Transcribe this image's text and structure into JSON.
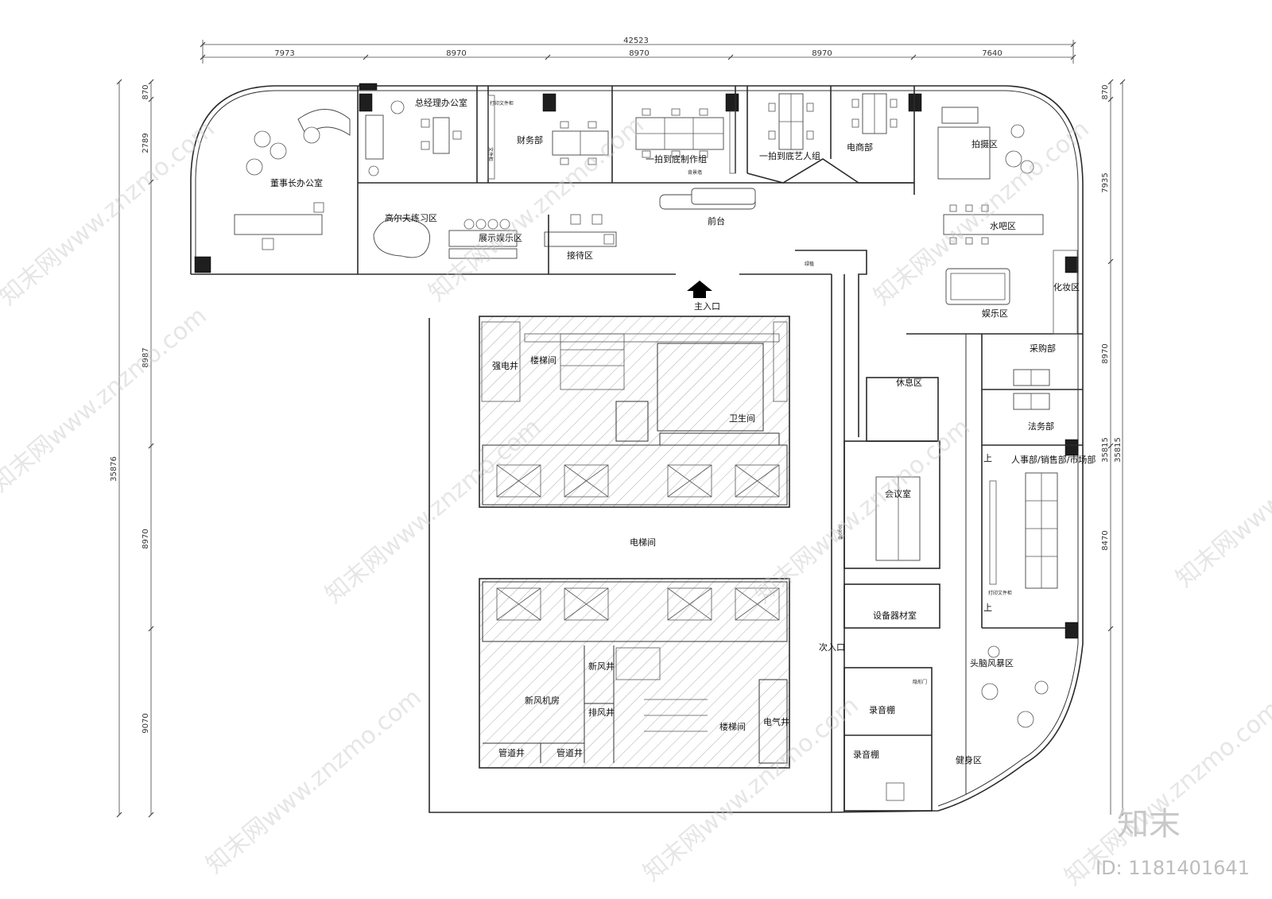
{
  "dimensions": {
    "top_total": "42523",
    "top_segments": [
      "7973",
      "8970",
      "8970",
      "8970",
      "7640"
    ],
    "left_total": "35876",
    "left_segments": [
      "870",
      "2789",
      "8987",
      "8970",
      "9070"
    ],
    "right_total_outer": "35815",
    "right_total_inner": "35815",
    "right_segments": [
      "870",
      "7935",
      "8970",
      "8470"
    ]
  },
  "rooms": {
    "chairman_office": "董事长办公室",
    "gm_office": "总经理办公室",
    "finance": "财务部",
    "production_group": "一拍到底制作组",
    "talent_group": "一拍到底艺人组",
    "ecommerce": "电商部",
    "shooting_area": "拍摄区",
    "golf_practice": "高尔夫练习区",
    "display_area": "展示娱乐区",
    "reception_area": "接待区",
    "front_desk": "前台",
    "water_bar": "水吧区",
    "makeup_area": "化妆区",
    "entertainment": "娱乐区",
    "main_entrance": "主入口",
    "electric_shaft_strong": "强电井",
    "stairwell_north": "楼梯间",
    "restroom": "卫生间",
    "lounge": "休息区",
    "purchasing": "采购部",
    "legal": "法务部",
    "hr_sales_market": "人事部/销售部/市场部",
    "meeting_room": "会议室",
    "elevator_hall": "电梯间",
    "equipment_room": "设备器材室",
    "secondary_entrance": "次入口",
    "brainstorm_area": "头脑风暴区",
    "fresh_air_shaft": "新风井",
    "fresh_air_room": "新风机房",
    "exhaust_shaft": "排风井",
    "stairwell_south": "楼梯间",
    "electrical_shaft": "电气井",
    "pipe_shaft_1": "管道井",
    "pipe_shaft_2": "管道井",
    "recording_booth_1": "录音棚",
    "recording_booth_2": "录音棚",
    "fitness_area": "健身区",
    "up_1": "上",
    "up_2": "上"
  },
  "annotations": {
    "file_cabinet_1": "打印文件柜",
    "file_cabinet_2": "文件柜",
    "backdrop_wall": "背景墙",
    "planting": "绿植",
    "logo_wall": "logo墙",
    "hidden_door": "隐形门",
    "file_cabinet_3": "打印文件柜"
  },
  "watermarks": {
    "site": "知末网www.znzmo.com",
    "brand": "知末",
    "id": "ID: 1181401641"
  }
}
